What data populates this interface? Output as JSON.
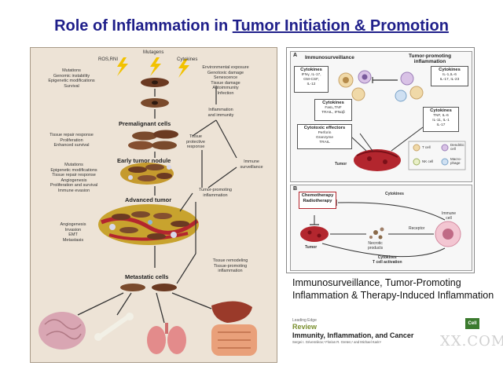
{
  "title": {
    "prefix": "Role of Inflammation in ",
    "underlined": "Tumor Initiation & Promotion"
  },
  "left_figure": {
    "top_labels": {
      "mutagens": "Mutagens",
      "ros": "ROS,RNI",
      "cytokines": "Cytokines"
    },
    "stages": {
      "premalignant": "Premalignant cells",
      "early": "Early tumor nodule",
      "advanced": "Advanced tumor",
      "metastatic": "Metastatic cells"
    },
    "notes": {
      "n1": "Mutations\nGenomic instability\nEpigenetic modifications\nSurvival",
      "n2": "Tissue repair response\nProliferation\nEnhanced survival",
      "n3": "Mutations\nEpigenetic modifications\nTissue repair response\nAngiogenesis\nProliferation and survival\nImmune evasion",
      "n4": "Angiogenesis\nInvasion\nEMT\nMetastasis",
      "env": "Environmental exposure\nGenotoxic damage\nSenescence\nTissue damage\nAutoimmunity\nInfection",
      "inflam": "Inflammation\nand immunity",
      "tissue_prot": "Tissue\nprotective\nresponse",
      "immune_surv": "Immune\nsurveillance",
      "tp_inflam": "Tumor-promoting\ninflammation",
      "remodel": "Tissue remodeling\nTissue-promoting\ninflammation"
    }
  },
  "right_figure": {
    "panel_a": {
      "letter": "A",
      "immunosurveillance": "Immunosurveillance",
      "tumor_promoting": "Tumor-promoting\ninflammation",
      "boxes": [
        {
          "title": "Cytokines",
          "text": "IFNγ, IL-17,\nGM-CSF,\nIL-12"
        },
        {
          "title": "Cytokines",
          "text": "FasL,TNF\nTRAIL, IFNαβ"
        },
        {
          "title": "Cytotoxic effectors",
          "text": "Perforin\nGranzyme\nTRAIL"
        },
        {
          "title": "Cytokines",
          "text": "IL-1,IL-6\nIL-17, IL-23"
        },
        {
          "title": "Cytokines",
          "text": "TNF, IL-6\nIL-11, IL-1\nIL-17"
        }
      ],
      "tumor": "Tumor",
      "legend": [
        "T cell",
        "Dendritic\ncell",
        "NK cell",
        "Macro-\nphage"
      ]
    },
    "panel_b": {
      "letter": "B",
      "therapy": "Chemotherapy\nRadiotherapy",
      "cytokines_top": "Cytokines",
      "cytokines_bottom": "Cytokines\nT cell activation",
      "receptor": "Receptor",
      "immune_cell": "Immune\ncell",
      "necrotic": "Necrotic\nproducts",
      "tumor": "Tumor"
    }
  },
  "caption": "Immunosurveillance, Tumor-Promoting Inflammation & Therapy-Induced Inflammation",
  "review": {
    "leading_edge": "Leading Edge",
    "label": "Review",
    "title": "Immunity, Inflammation, and Cancer",
    "authors": "Sergei I. Grivennikov,¹ Florian R. Greten,² and Michael Karin¹",
    "badge": "Cell"
  },
  "watermark": "XX.COM",
  "colors": {
    "title": "#1f1f8a",
    "panel_bg": "#ede3d6",
    "tumor_red": "#b3262e",
    "cell_brown": "#7a4a2c",
    "review_green": "#7a8f2e"
  }
}
